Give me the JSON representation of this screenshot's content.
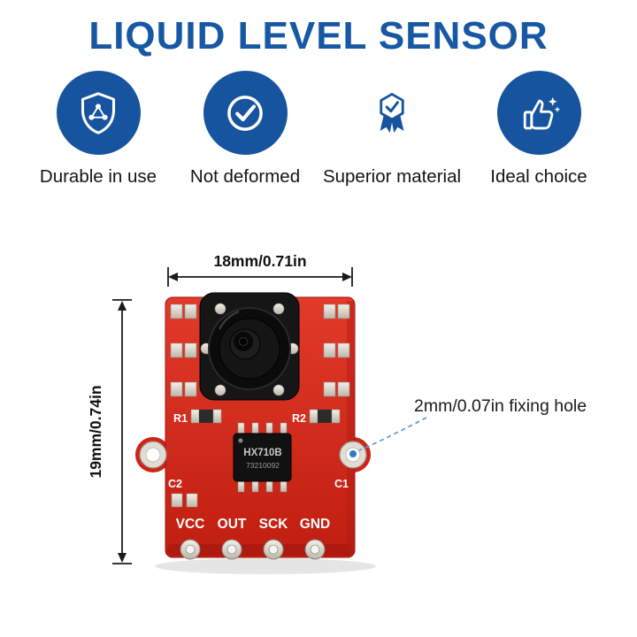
{
  "title": "LIQUID LEVEL SENSOR",
  "features": [
    {
      "label": "Durable in use",
      "icon": "shield-network-icon"
    },
    {
      "label": "Not deformed",
      "icon": "check-circle-icon"
    },
    {
      "label": "Superior material",
      "icon": "award-badge-icon"
    },
    {
      "label": "Ideal choice",
      "icon": "thumbs-up-icon"
    }
  ],
  "annotations": {
    "width_dim": "18mm/0.71in",
    "height_dim": "19mm/0.74in",
    "hole_callout": "2mm/0.07in fixing hole"
  },
  "board": {
    "silkscreen": {
      "r1": "R1",
      "r2": "R2",
      "c1": "C1",
      "c2": "C2"
    },
    "chip": {
      "line1": "HX710B",
      "line2": "73210092"
    },
    "pins": [
      "VCC",
      "OUT",
      "SCK",
      "GND"
    ]
  },
  "colors": {
    "brand_blue": "#17549F",
    "board_red": "#D6271B",
    "callout_blue": "#5B9BD5"
  }
}
